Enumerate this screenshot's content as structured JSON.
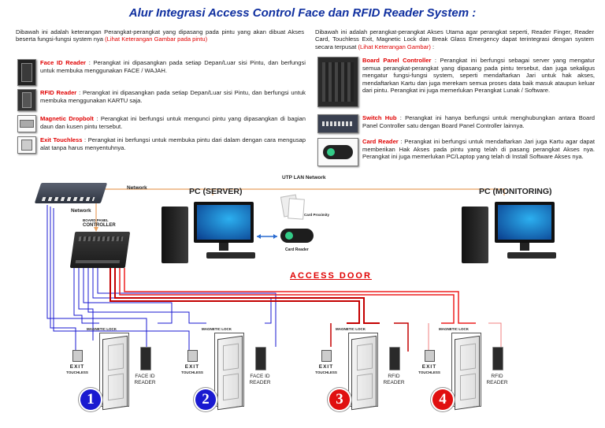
{
  "title": "Alur Integrasi Access Control Face dan RFID Reader System :",
  "intro_left": {
    "text": "Dibawah ini adalah keterangan Perangkat-perangkat yang dipasang pada pintu yang akan dibuat  Akses beserta fungsi-fungsi system nya ",
    "link": "(Lihat Keterangan Gambar pada pintu)"
  },
  "intro_right": {
    "text": "Dibawah ini adalah perangkat-perangkat Akses Utama agar perangkat seperti, Reader Finger, Reader Card, Touchless Exit, Magnetic Lock dan Break Glass Emergency dapat terintegrasi dengan system secara terpusat ",
    "link": "(Lihat Keterangan Gambar)",
    "tail": " :"
  },
  "left_items": [
    {
      "name": "Face ID Reader",
      "text": " : Perangkat ini dipasangkan pada setiap Depan/Luar sisi Pintu, dan berfungsi untuk membuka menggunakan FACE / WAJAH."
    },
    {
      "name": "RFID Reader",
      "text": " : Perangkat ini dipasangkan pada setiap Depan/Luar sisi Pintu, dan berfungsi untuk membuka menggunakan KARTU saja."
    },
    {
      "name": "Magnetic Dropbolt",
      "text": " : Perangkat ini berfungsi untuk mengunci pintu yang dipasangkan di bagian daun dan kusen pintu tersebut."
    },
    {
      "name": "Exit Touchless",
      "text": " : Perangkat ini berfungsi untuk membuka pintu dari dalam dengan cara mengusap alat tanpa harus menyentuhnya."
    }
  ],
  "right_items": [
    {
      "name": "Board Panel Controller",
      "text": " : Perangkat ini berfungsi sebagai server yang mengatur semua perangkat-perangkat yang dipasang pada pintu tersebut, dan juga sekaligus mengatur fungsi-fungsi system, seperti mendaftarkan Jari untuk hak akses, mendaftarkan Kartu dan juga merekam semua proses data baik masuk ataupun keluar dari pintu. Perangkat ini juga memerlukan Perangkat Lunak / Software."
    },
    {
      "name": "Switch Hub",
      "text": " : Perangkat ini hanya berfungsi untuk menghubungkan antara Board Panel Controller satu dengan Board Panel Controller lainnya."
    },
    {
      "name": "Card Reader",
      "text": " : Perangkat ini berfungsi untuk mendaftarkan Jari juga Kartu agar dapat memberikan Hak Akses pada pintu yang telah di pasang perangkat Akses nya. Perangkat ini juga memerlukan PC/Laptop yang telah di Install Software Akses nya."
    }
  ],
  "diagram": {
    "utp": "UTP LAN Network",
    "network_top": "Network",
    "network_side": "Network",
    "board_label_1": "BOARD PANEL",
    "board_label_2": "CONTROLLER",
    "pc_server": "PC (SERVER)",
    "pc_monitoring": "PC (MONITORING)",
    "card_proximity": "Card Proximity",
    "card_reader": "Card Reader",
    "access_door": "ACCESS DOOR",
    "colors": {
      "blue": "#1a1ad0",
      "dark_red": "#c40000",
      "red": "#ee2020",
      "pink": "#f08080",
      "orange": "#e8a060"
    }
  },
  "doors": [
    {
      "number": "1",
      "exit": "EXIT",
      "exit_sub": "TOUCHLESS",
      "mag": "MAGNETIC LOCK",
      "reader_1": "FACE ID",
      "reader_2": "READER",
      "color": "#1a1ad0"
    },
    {
      "number": "2",
      "exit": "EXIT",
      "exit_sub": "TOUCHLESS",
      "mag": "MAGNETIC LOCK",
      "reader_1": "FACE ID",
      "reader_2": "READER",
      "color": "#1a1ad0"
    },
    {
      "number": "3",
      "exit": "EXIT",
      "exit_sub": "TOUCHLESS",
      "mag": "MAGNETIC LOCK",
      "reader_1": "RFID",
      "reader_2": "READER",
      "color": "#e01010"
    },
    {
      "number": "4",
      "exit": "EXIT",
      "exit_sub": "TOUCHLESS",
      "mag": "MAGNETIC LOCK",
      "reader_1": "RFID",
      "reader_2": "READER",
      "color": "#e01010"
    }
  ]
}
